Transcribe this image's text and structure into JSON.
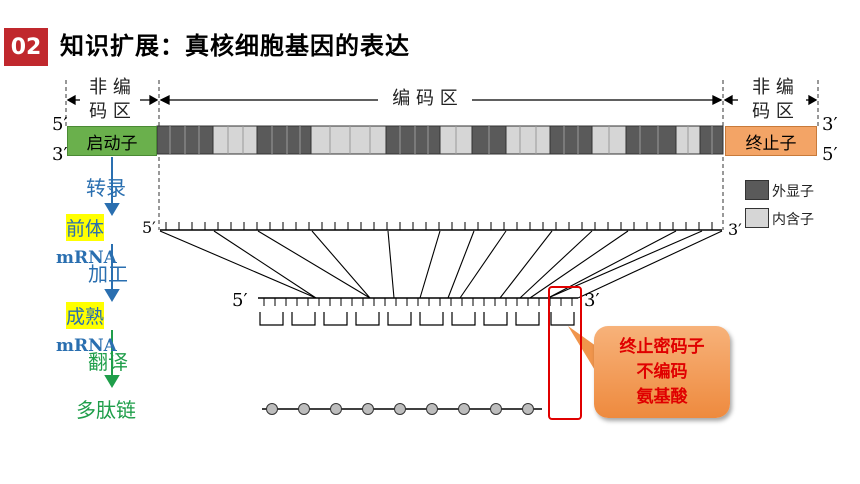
{
  "header": {
    "badge": "02",
    "title": "知识扩展：真核细胞基因的表达"
  },
  "regions": {
    "left_noncoding": [
      "非 编",
      "码 区"
    ],
    "coding": "编 码 区",
    "right_noncoding": [
      "非 编",
      "码 区"
    ]
  },
  "strand_ends": {
    "five": "5′",
    "three": "3′"
  },
  "boxes": {
    "promoter": "启动子",
    "terminator": "终止子"
  },
  "legend": {
    "exon": "外显子",
    "intron": "内含子"
  },
  "steps": {
    "transcription": "转录",
    "pre_mrna_line1": "前体",
    "pre_mrna_line2": "mRNA",
    "processing": "加工",
    "mature_line1": "成熟",
    "mature_line2": "mRNA",
    "translation": "翻译",
    "polypeptide": "多肽链"
  },
  "callout": [
    "终止密码子",
    "不编码",
    "氨基酸"
  ],
  "colors": {
    "badge": "#c0282d",
    "promoter": "#6ab04c",
    "terminator": "#f3a466",
    "exon": "#5a5a5a",
    "intron": "#d6d6d6",
    "callout_text": "#e00000"
  }
}
